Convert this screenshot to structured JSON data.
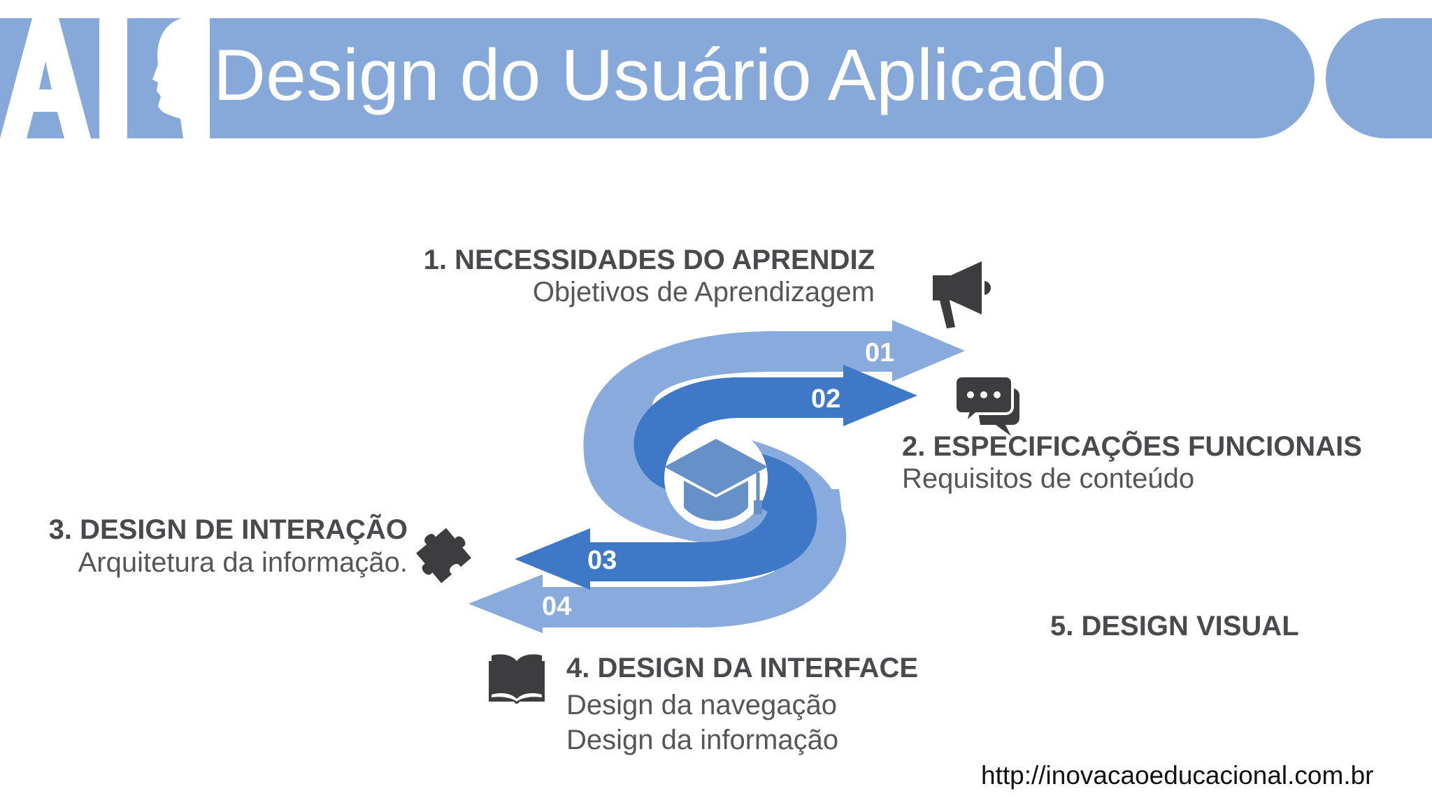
{
  "header": {
    "logo_text": "AI",
    "title": "Design do Usuário Aplicado"
  },
  "diagram": {
    "center_icon": "graduation-cap-icon",
    "arrows": [
      {
        "number": "01",
        "color": "#88aadc"
      },
      {
        "number": "02",
        "color": "#4078c8"
      },
      {
        "number": "03",
        "color": "#4078c8"
      },
      {
        "number": "04",
        "color": "#88aadc"
      }
    ],
    "steps": [
      {
        "title": "1. NECESSIDADES DO APRENDIZ",
        "lines": [
          "Objetivos de Aprendizagem"
        ],
        "icon": "megaphone-icon"
      },
      {
        "title": "2. ESPECIFICAÇÕES FUNCIONAIS",
        "lines": [
          "Requisitos de conteúdo"
        ],
        "icon": "chat-bubbles-icon"
      },
      {
        "title": "3. DESIGN DE INTERAÇÃO",
        "lines": [
          "Arquitetura da informação."
        ],
        "icon": "puzzle-icon"
      },
      {
        "title": "4. DESIGN DA INTERFACE",
        "lines": [
          "Design da navegação",
          "Design da informação"
        ],
        "icon": "book-icon"
      },
      {
        "title": "5. DESIGN VISUAL",
        "lines": []
      }
    ]
  },
  "footer": {
    "url": "http://inovacaoeducacional.com.br"
  },
  "colors": {
    "header": "#86a9da",
    "light_blue": "#88aadc",
    "dark_blue": "#4078c8",
    "text": "#4a4a4e"
  }
}
